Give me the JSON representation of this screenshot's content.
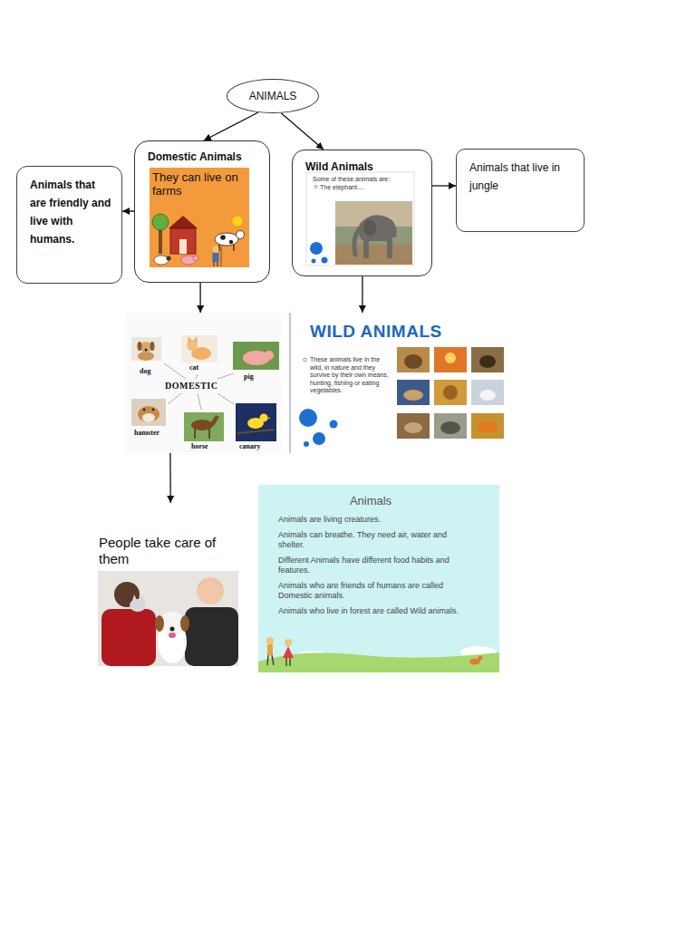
{
  "diagram": {
    "nodes": [
      {
        "text": [
          "ANIMALS"
        ]
      },
      {
        "text": [
          "Animals that are friendly and live with humans."
        ]
      },
      {
        "text": [
          "Domestic Animals",
          "They can live on farms"
        ]
      },
      {
        "text": [
          "Wild Animals",
          "Some of these animals are:",
          "The elephant...."
        ]
      },
      {
        "text": [
          "Animals that live in jungle"
        ]
      },
      {
        "text": [
          "DOMESTIC",
          "dog",
          "cat",
          "pig",
          "hamster",
          "horse",
          "canary"
        ]
      },
      {
        "text": [
          "WILD ANIMALS",
          "These animals live in the wild, in nature and they survive by their own means, hunting, fishing or eating vegetables."
        ]
      },
      {
        "text": [
          "People take care of them"
        ]
      },
      {
        "text": [
          "Animals",
          "Animals are living creatures.",
          "Animals can breathe. They need air, water and shelter.",
          "Different Animals have different food habits and features.",
          "Animals who are friends of humans are called Domestic animals.",
          "Animals who live in forest are called Wild animals."
        ]
      }
    ],
    "edges": [
      {
        "from": 0,
        "to": 2,
        "arrow": "to"
      },
      {
        "from": 0,
        "to": 3,
        "arrow": "to"
      },
      {
        "from": 2,
        "to": 1,
        "arrow": "to"
      },
      {
        "from": 3,
        "to": 4,
        "arrow": "to"
      },
      {
        "from": 2,
        "to": 5,
        "arrow": "to"
      },
      {
        "from": 3,
        "to": 6,
        "arrow": "to"
      },
      {
        "from": 5,
        "to": 7,
        "arrow": "to"
      }
    ]
  }
}
